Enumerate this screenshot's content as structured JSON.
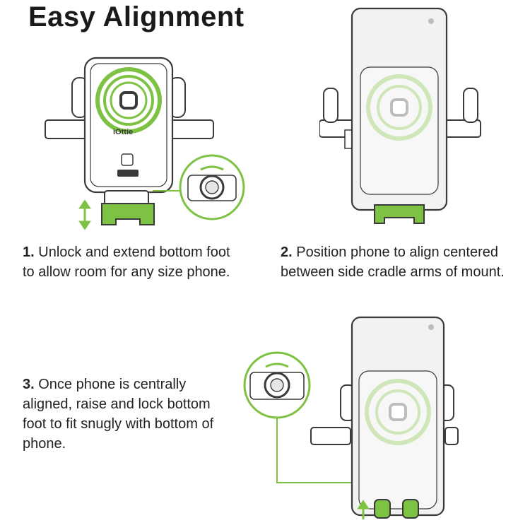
{
  "title": "Easy Alignment",
  "brand_mark": "iOttie",
  "steps": [
    {
      "number": "1.",
      "text": "Unlock and extend bottom foot to allow room for any size phone."
    },
    {
      "number": "2.",
      "text": "Position phone to align centered between side cradle arms of mount."
    },
    {
      "number": "3.",
      "text": "Once phone is centrally aligned, raise and lock bottom foot to fit snugly with bottom of phone."
    }
  ],
  "colors": {
    "accent": "#7dc242",
    "outline": "#3a3a3a",
    "phone_fill": "#f2f2f2",
    "text": "#1a1a1a"
  }
}
